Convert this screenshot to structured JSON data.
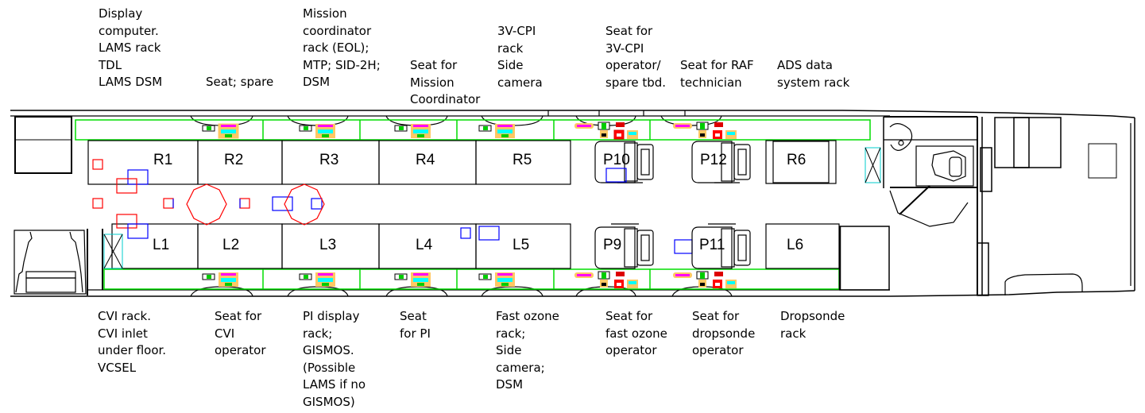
{
  "diagram": {
    "title": "Aircraft cabin instrument and seat layout",
    "top_annotations": [
      {
        "id": "R1",
        "text": "Display\ncomputer.\nLAMS rack\nTDL\nLAMS DSM"
      },
      {
        "id": "R2",
        "text": "Seat; spare"
      },
      {
        "id": "R3",
        "text": "Mission\ncoordinator\nrack (EOL);\nMTP; SID-2H;\nDSM"
      },
      {
        "id": "R4",
        "text": "Seat for\nMission\nCoordinator"
      },
      {
        "id": "R5",
        "text": "3V-CPI\nrack\nSide\ncamera"
      },
      {
        "id": "P10",
        "text": "Seat for\n3V-CPI\noperator/\nspare tbd."
      },
      {
        "id": "P12",
        "text": "Seat for RAF\ntechnician"
      },
      {
        "id": "R6",
        "text": "ADS data\nsystem rack"
      }
    ],
    "bottom_annotations": [
      {
        "id": "L1",
        "text": "CVI rack.\nCVI inlet\nunder floor.\nVCSEL"
      },
      {
        "id": "L2",
        "text": "Seat for\nCVI\noperator"
      },
      {
        "id": "L3",
        "text": "PI display\nrack;\nGISMOS.\n(Possible\nLAMS if no\nGISMOS)"
      },
      {
        "id": "L4",
        "text": "Seat\nfor PI"
      },
      {
        "id": "L5",
        "text": "Fast ozone\nrack;\nSide\ncamera;\nDSM"
      },
      {
        "id": "P9",
        "text": "Seat for\nfast ozone\noperator"
      },
      {
        "id": "P11",
        "text": "Seat for\ndropsonde\noperator"
      },
      {
        "id": "L6",
        "text": "Dropsonde\nrack"
      }
    ],
    "right_bays": [
      "R1",
      "R2",
      "R3",
      "R4",
      "R5",
      "P10",
      "P12",
      "R6"
    ],
    "left_bays": [
      "L1",
      "L2",
      "L3",
      "L4",
      "L5",
      "P9",
      "P11",
      "L6"
    ],
    "colors": {
      "outline": "#000000",
      "seat_track": "#00dd00",
      "marker_red": "#ff0000",
      "marker_blue": "#0000ff",
      "cyan": "#00ffff",
      "magenta": "#ff00ff",
      "orange": "#ffc864"
    }
  }
}
